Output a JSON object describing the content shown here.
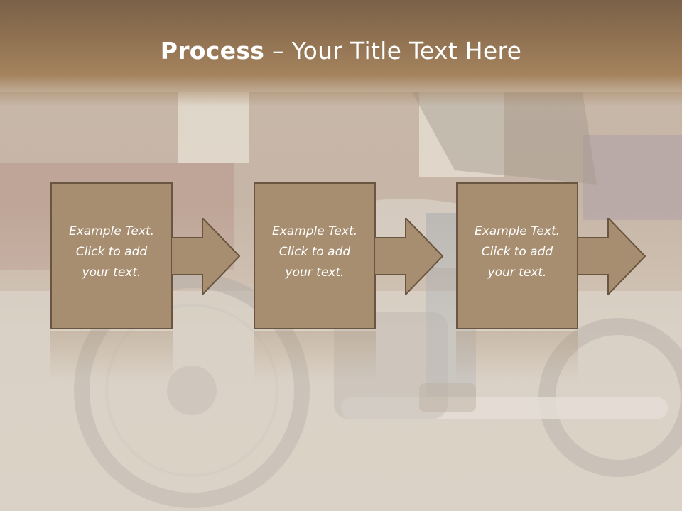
{
  "slide": {
    "title_bold": "Process",
    "title_rest": " – Your Title Text Here"
  },
  "steps": [
    {
      "text": "Example Text.\nClick  to add\nyour text."
    },
    {
      "text": "Example Text.\nClick  to add\nyour text."
    },
    {
      "text": "Example Text.\nClick  to add\nyour text."
    }
  ],
  "colors": {
    "title_band": "#8c6f50",
    "box_fill": "#a88e70",
    "box_border": "#6a5540",
    "text": "#ffffff"
  }
}
